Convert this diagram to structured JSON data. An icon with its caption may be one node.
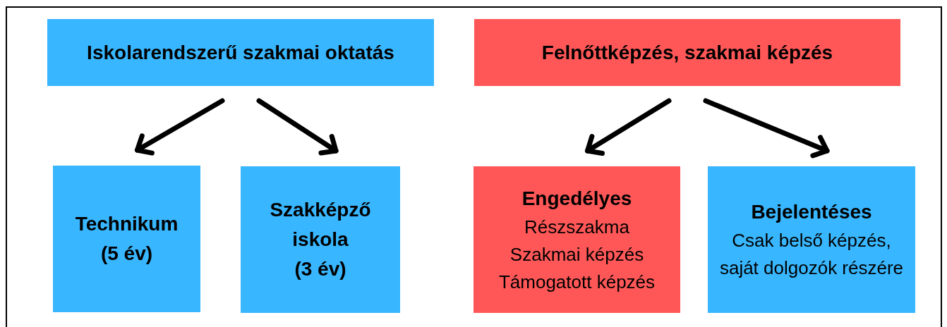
{
  "diagram": {
    "nodes": [
      {
        "text": [
          "Iskolarendszerű szakmai oktatás"
        ]
      },
      {
        "text": [
          "Felnőttképzés, szakmai képzés"
        ]
      },
      {
        "text": [
          "Technikum",
          "(5 év)"
        ]
      },
      {
        "text": [
          "Szakképző iskola",
          "(3 év)"
        ]
      },
      {
        "text": [
          "Engedélyes",
          "Részszakma",
          "Szakmai képzés",
          "Támogatott képzés"
        ]
      },
      {
        "text": [
          "Bejelentéses",
          "Csak belső képzés, saját dolgozók részére"
        ]
      }
    ],
    "edges": [
      {
        "from": 0,
        "to": 2,
        "arrow": "to"
      },
      {
        "from": 0,
        "to": 3,
        "arrow": "to"
      },
      {
        "from": 1,
        "to": 4,
        "arrow": "to"
      },
      {
        "from": 1,
        "to": 5,
        "arrow": "to"
      }
    ]
  }
}
